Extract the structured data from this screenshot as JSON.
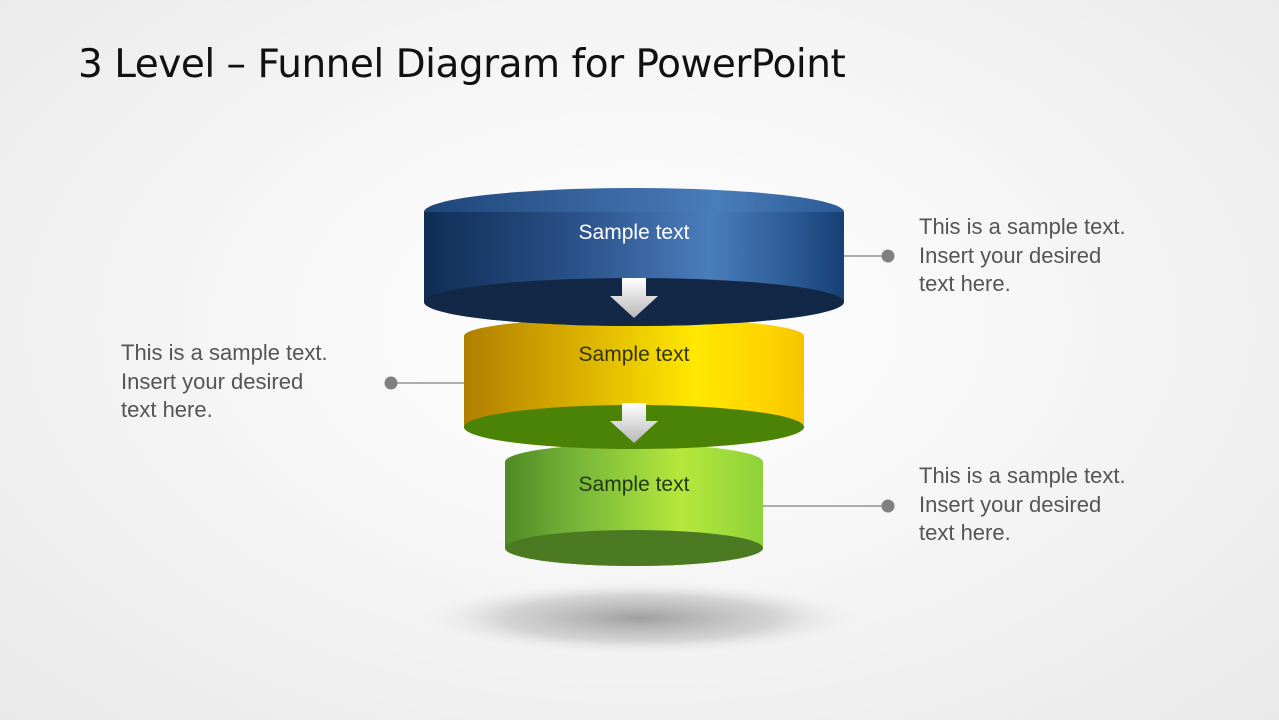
{
  "title": "3 Level – Funnel Diagram for PowerPoint",
  "levels": [
    {
      "label": "Sample text",
      "color": "#2b5a94",
      "text_color": "#ffffff"
    },
    {
      "label": "Sample text",
      "color": "#f2c500",
      "text_color": "#333300"
    },
    {
      "label": "Sample text",
      "color": "#8fd13a",
      "text_color": "#1f3a10"
    }
  ],
  "callouts": [
    {
      "lines": [
        "This is a sample text.",
        "Insert your desired",
        "text here."
      ],
      "side": "right",
      "level": 1
    },
    {
      "lines": [
        "This is a sample text.",
        "Insert your desired",
        "text here."
      ],
      "side": "left",
      "level": 2
    },
    {
      "lines": [
        "This is a sample text.",
        "Insert your desired",
        "text here."
      ],
      "side": "right",
      "level": 3
    }
  ],
  "connector_color": "#808080",
  "arrow_icon": "down-arrow-icon"
}
